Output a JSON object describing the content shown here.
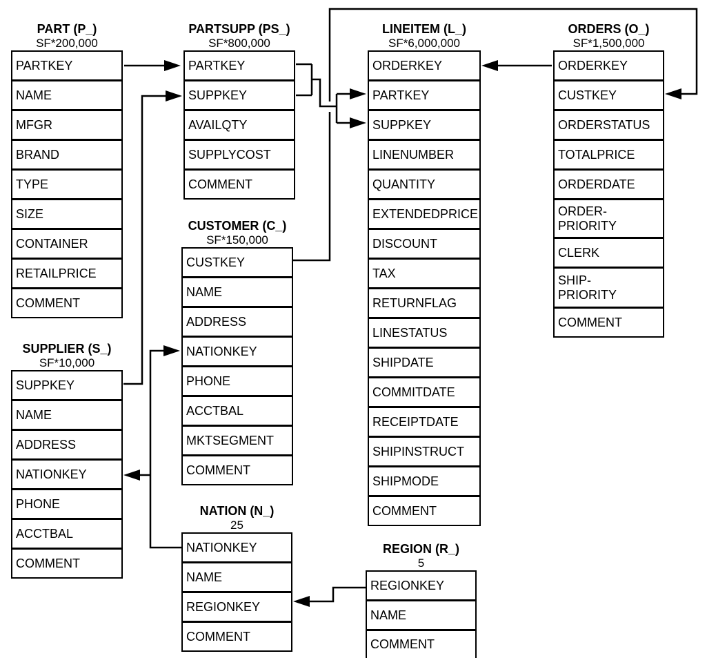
{
  "tables": {
    "part": {
      "title": "PART (P_)",
      "cardinality": "SF*200,000",
      "rows": [
        "PARTKEY",
        "NAME",
        "MFGR",
        "BRAND",
        "TYPE",
        "SIZE",
        "CONTAINER",
        "RETAILPRICE",
        "COMMENT"
      ]
    },
    "partsupp": {
      "title": "PARTSUPP (PS_)",
      "cardinality": "SF*800,000",
      "rows": [
        "PARTKEY",
        "SUPPKEY",
        "AVAILQTY",
        "SUPPLYCOST",
        "COMMENT"
      ]
    },
    "lineitem": {
      "title": "LINEITEM (L_)",
      "cardinality": "SF*6,000,000",
      "rows": [
        "ORDERKEY",
        "PARTKEY",
        "SUPPKEY",
        "LINENUMBER",
        "QUANTITY",
        "EXTENDEDPRICE",
        "DISCOUNT",
        "TAX",
        "RETURNFLAG",
        "LINESTATUS",
        "SHIPDATE",
        "COMMITDATE",
        "RECEIPTDATE",
        "SHIPINSTRUCT",
        "SHIPMODE",
        "COMMENT"
      ]
    },
    "orders": {
      "title": "ORDERS (O_)",
      "cardinality": "SF*1,500,000",
      "rows": [
        "ORDERKEY",
        "CUSTKEY",
        "ORDERSTATUS",
        "TOTALPRICE",
        "ORDERDATE",
        "ORDER-\nPRIORITY",
        "CLERK",
        "SHIP-\nPRIORITY",
        "COMMENT"
      ]
    },
    "customer": {
      "title": "CUSTOMER (C_)",
      "cardinality": "SF*150,000",
      "rows": [
        "CUSTKEY",
        "NAME",
        "ADDRESS",
        "NATIONKEY",
        "PHONE",
        "ACCTBAL",
        "MKTSEGMENT",
        "COMMENT"
      ]
    },
    "supplier": {
      "title": "SUPPLIER (S_)",
      "cardinality": "SF*10,000",
      "rows": [
        "SUPPKEY",
        "NAME",
        "ADDRESS",
        "NATIONKEY",
        "PHONE",
        "ACCTBAL",
        "COMMENT"
      ]
    },
    "nation": {
      "title": "NATION (N_)",
      "cardinality": "25",
      "rows": [
        "NATIONKEY",
        "NAME",
        "REGIONKEY",
        "COMMENT"
      ]
    },
    "region": {
      "title": "REGION (R_)",
      "cardinality": "5",
      "rows": [
        "REGIONKEY",
        "NAME",
        "COMMENT"
      ]
    }
  },
  "relationships": [
    {
      "from": "PART.PARTKEY",
      "to": "PARTSUPP.PARTKEY"
    },
    {
      "from": "SUPPLIER.SUPPKEY",
      "to": "PARTSUPP.SUPPKEY"
    },
    {
      "from": "PARTSUPP.PARTKEY",
      "to": "LINEITEM.PARTKEY"
    },
    {
      "from": "PARTSUPP.SUPPKEY",
      "to": "LINEITEM.SUPPKEY"
    },
    {
      "from": "ORDERS.ORDERKEY",
      "to": "LINEITEM.ORDERKEY"
    },
    {
      "from": "CUSTOMER.CUSTKEY",
      "to": "ORDERS.CUSTKEY"
    },
    {
      "from": "NATION.NATIONKEY",
      "to": "CUSTOMER.NATIONKEY"
    },
    {
      "from": "NATION.NATIONKEY",
      "to": "SUPPLIER.NATIONKEY"
    },
    {
      "from": "REGION.REGIONKEY",
      "to": "NATION.REGIONKEY"
    }
  ],
  "colors": {
    "line": "#000000",
    "background": "#ffffff",
    "text": "#000000"
  }
}
